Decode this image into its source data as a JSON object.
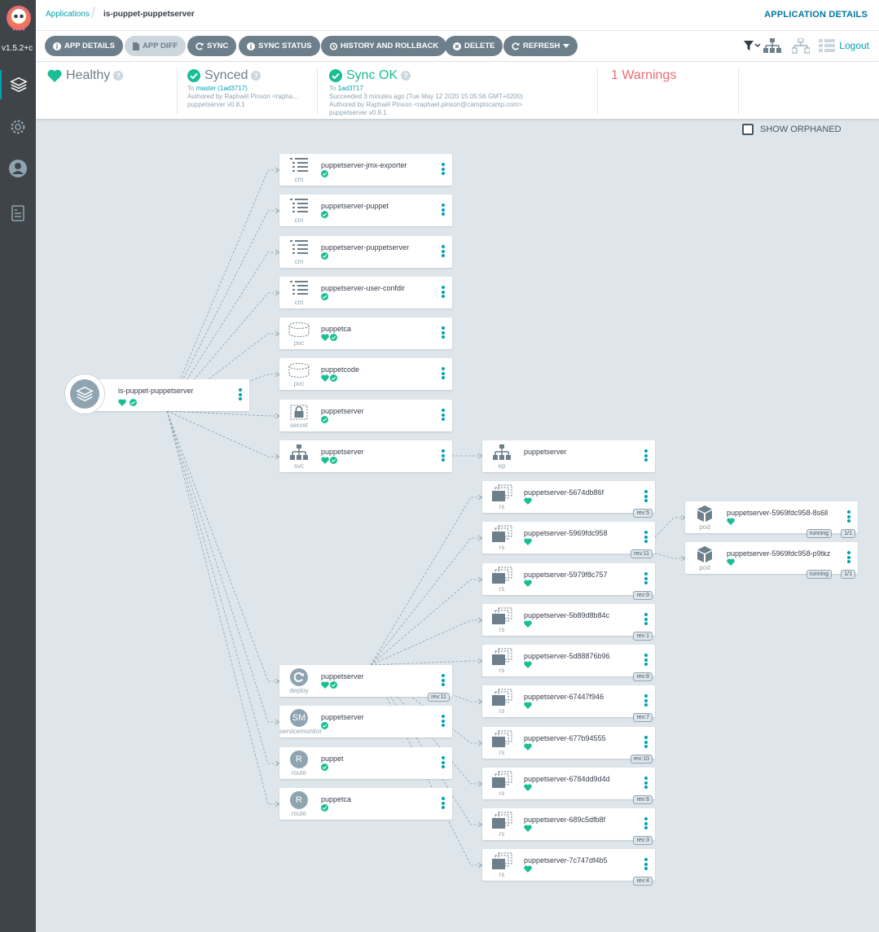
{
  "sidebar": {
    "version": "v1.5.2+c",
    "items": [
      {
        "icon": "layers-icon",
        "active": true
      },
      {
        "icon": "gear-icon",
        "active": false
      },
      {
        "icon": "user-icon",
        "active": false
      },
      {
        "icon": "docs-icon",
        "active": false
      }
    ]
  },
  "breadcrumb": {
    "root": "Applications",
    "current": "is-puppet-puppetserver"
  },
  "header": {
    "title": "APPLICATION DETAILS",
    "logout": "Logout"
  },
  "toolbar": {
    "app_details": "APP DETAILS",
    "app_diff": "APP DIFF",
    "sync": "SYNC",
    "sync_status": "SYNC STATUS",
    "history": "HISTORY AND ROLLBACK",
    "delete": "DELETE",
    "refresh": "REFRESH"
  },
  "status": {
    "health": "Healthy",
    "sync": {
      "title": "Synced",
      "to_label": "To",
      "to_value": "master (1ad3717)",
      "author": "Authored by Raphaël Pinson <rapha...",
      "version": "puppetserver v0.8.1"
    },
    "op": {
      "title": "Sync OK",
      "to_label": "To",
      "to_value": "1ad3717",
      "time": "Succeeded 3 minutes ago (Tue May 12 2020 15:05:56 GMT+0200)",
      "author": "Authored by Raphaël Pinson <raphael.pinson@camptocamp.com>",
      "version": "puppetserver v0.8.1"
    },
    "warnings": "1 Warnings"
  },
  "show_orphaned": "SHOW ORPHANED",
  "colors": {
    "accent": "#00a2b3",
    "healthy": "#18be94",
    "warning": "#e96d76",
    "sidebar": "#3f4448"
  },
  "root": {
    "name": "is-puppet-puppetserver"
  },
  "nodes": [
    {
      "name": "puppetserver-jmx-exporter",
      "kind": "cm",
      "status": [
        "synced"
      ]
    },
    {
      "name": "puppetserver-puppet",
      "kind": "cm",
      "status": [
        "synced"
      ]
    },
    {
      "name": "puppetserver-puppetserver",
      "kind": "cm",
      "status": [
        "synced"
      ]
    },
    {
      "name": "puppetserver-user-confdir",
      "kind": "cm",
      "status": [
        "synced"
      ]
    },
    {
      "name": "puppetca",
      "kind": "pvc",
      "status": [
        "healthy",
        "synced"
      ]
    },
    {
      "name": "puppetcode",
      "kind": "pvc",
      "status": [
        "healthy",
        "synced"
      ]
    },
    {
      "name": "puppetserver",
      "kind": "secret",
      "status": [
        "synced"
      ]
    },
    {
      "name": "puppetserver",
      "kind": "svc",
      "status": [
        "healthy",
        "synced"
      ]
    },
    {
      "name": "puppetserver",
      "kind": "deploy",
      "status": [
        "healthy",
        "synced"
      ],
      "badge": "rev:11"
    },
    {
      "name": "puppetserver",
      "kind": "servicemonitor",
      "status": [
        "synced"
      ]
    },
    {
      "name": "puppet",
      "kind": "route",
      "status": [
        "synced"
      ]
    },
    {
      "name": "puppetca",
      "kind": "route",
      "status": [
        "synced"
      ]
    },
    {
      "name": "puppetserver",
      "kind": "ep",
      "status": []
    },
    {
      "name": "puppetserver-5674db86f",
      "kind": "rs",
      "status": [
        "healthy"
      ],
      "badge": "rev:5"
    },
    {
      "name": "puppetserver-5969fdc958",
      "kind": "rs",
      "status": [
        "healthy"
      ],
      "badge": "rev:11"
    },
    {
      "name": "puppetserver-5979f8c757",
      "kind": "rs",
      "status": [
        "healthy"
      ],
      "badge": "rev:9"
    },
    {
      "name": "puppetserver-5b89d8b84c",
      "kind": "rs",
      "status": [
        "healthy"
      ],
      "badge": "rev:1"
    },
    {
      "name": "puppetserver-5d88876b96",
      "kind": "rs",
      "status": [
        "healthy"
      ],
      "badge": "rev:8"
    },
    {
      "name": "puppetserver-67447f946",
      "kind": "rs",
      "status": [
        "healthy"
      ],
      "badge": "rev:7"
    },
    {
      "name": "puppetserver-677b94555",
      "kind": "rs",
      "status": [
        "healthy"
      ],
      "badge": "rev:10"
    },
    {
      "name": "puppetserver-6784dd9d4d",
      "kind": "rs",
      "status": [
        "healthy"
      ],
      "badge": "rev:6"
    },
    {
      "name": "puppetserver-689c5dfb8f",
      "kind": "rs",
      "status": [
        "healthy"
      ],
      "badge": "rev:3"
    },
    {
      "name": "puppetserver-7c747df4b5",
      "kind": "rs",
      "status": [
        "healthy"
      ],
      "badge": "rev:4"
    },
    {
      "name": "puppetserver-5969fdc958-8s6ll",
      "kind": "pod",
      "status": [
        "healthy"
      ],
      "badges": [
        "running",
        "1/1"
      ]
    },
    {
      "name": "puppetserver-5969fdc958-p9tkz",
      "kind": "pod",
      "status": [
        "healthy"
      ],
      "badges": [
        "running",
        "1/1"
      ]
    }
  ]
}
